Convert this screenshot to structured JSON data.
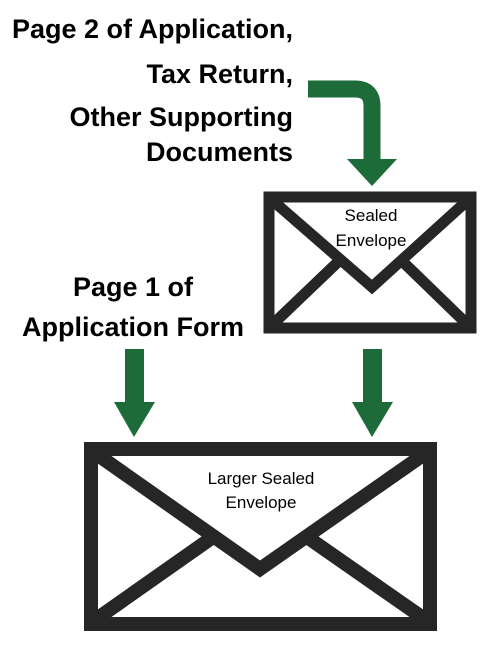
{
  "top_label": {
    "lines": [
      "Page 2 of Application,",
      "Tax Return,",
      "Other Supporting",
      "Documents"
    ]
  },
  "left_label": {
    "lines": [
      "Page 1 of",
      "Application Form"
    ]
  },
  "small_envelope": {
    "lines": [
      "Sealed",
      "Envelope"
    ]
  },
  "large_envelope": {
    "lines": [
      "Larger Sealed",
      "Envelope"
    ]
  },
  "colors": {
    "arrow": "#1e6b3a",
    "envelope": "#262626",
    "background": "#ffffff",
    "text": "#000000"
  }
}
